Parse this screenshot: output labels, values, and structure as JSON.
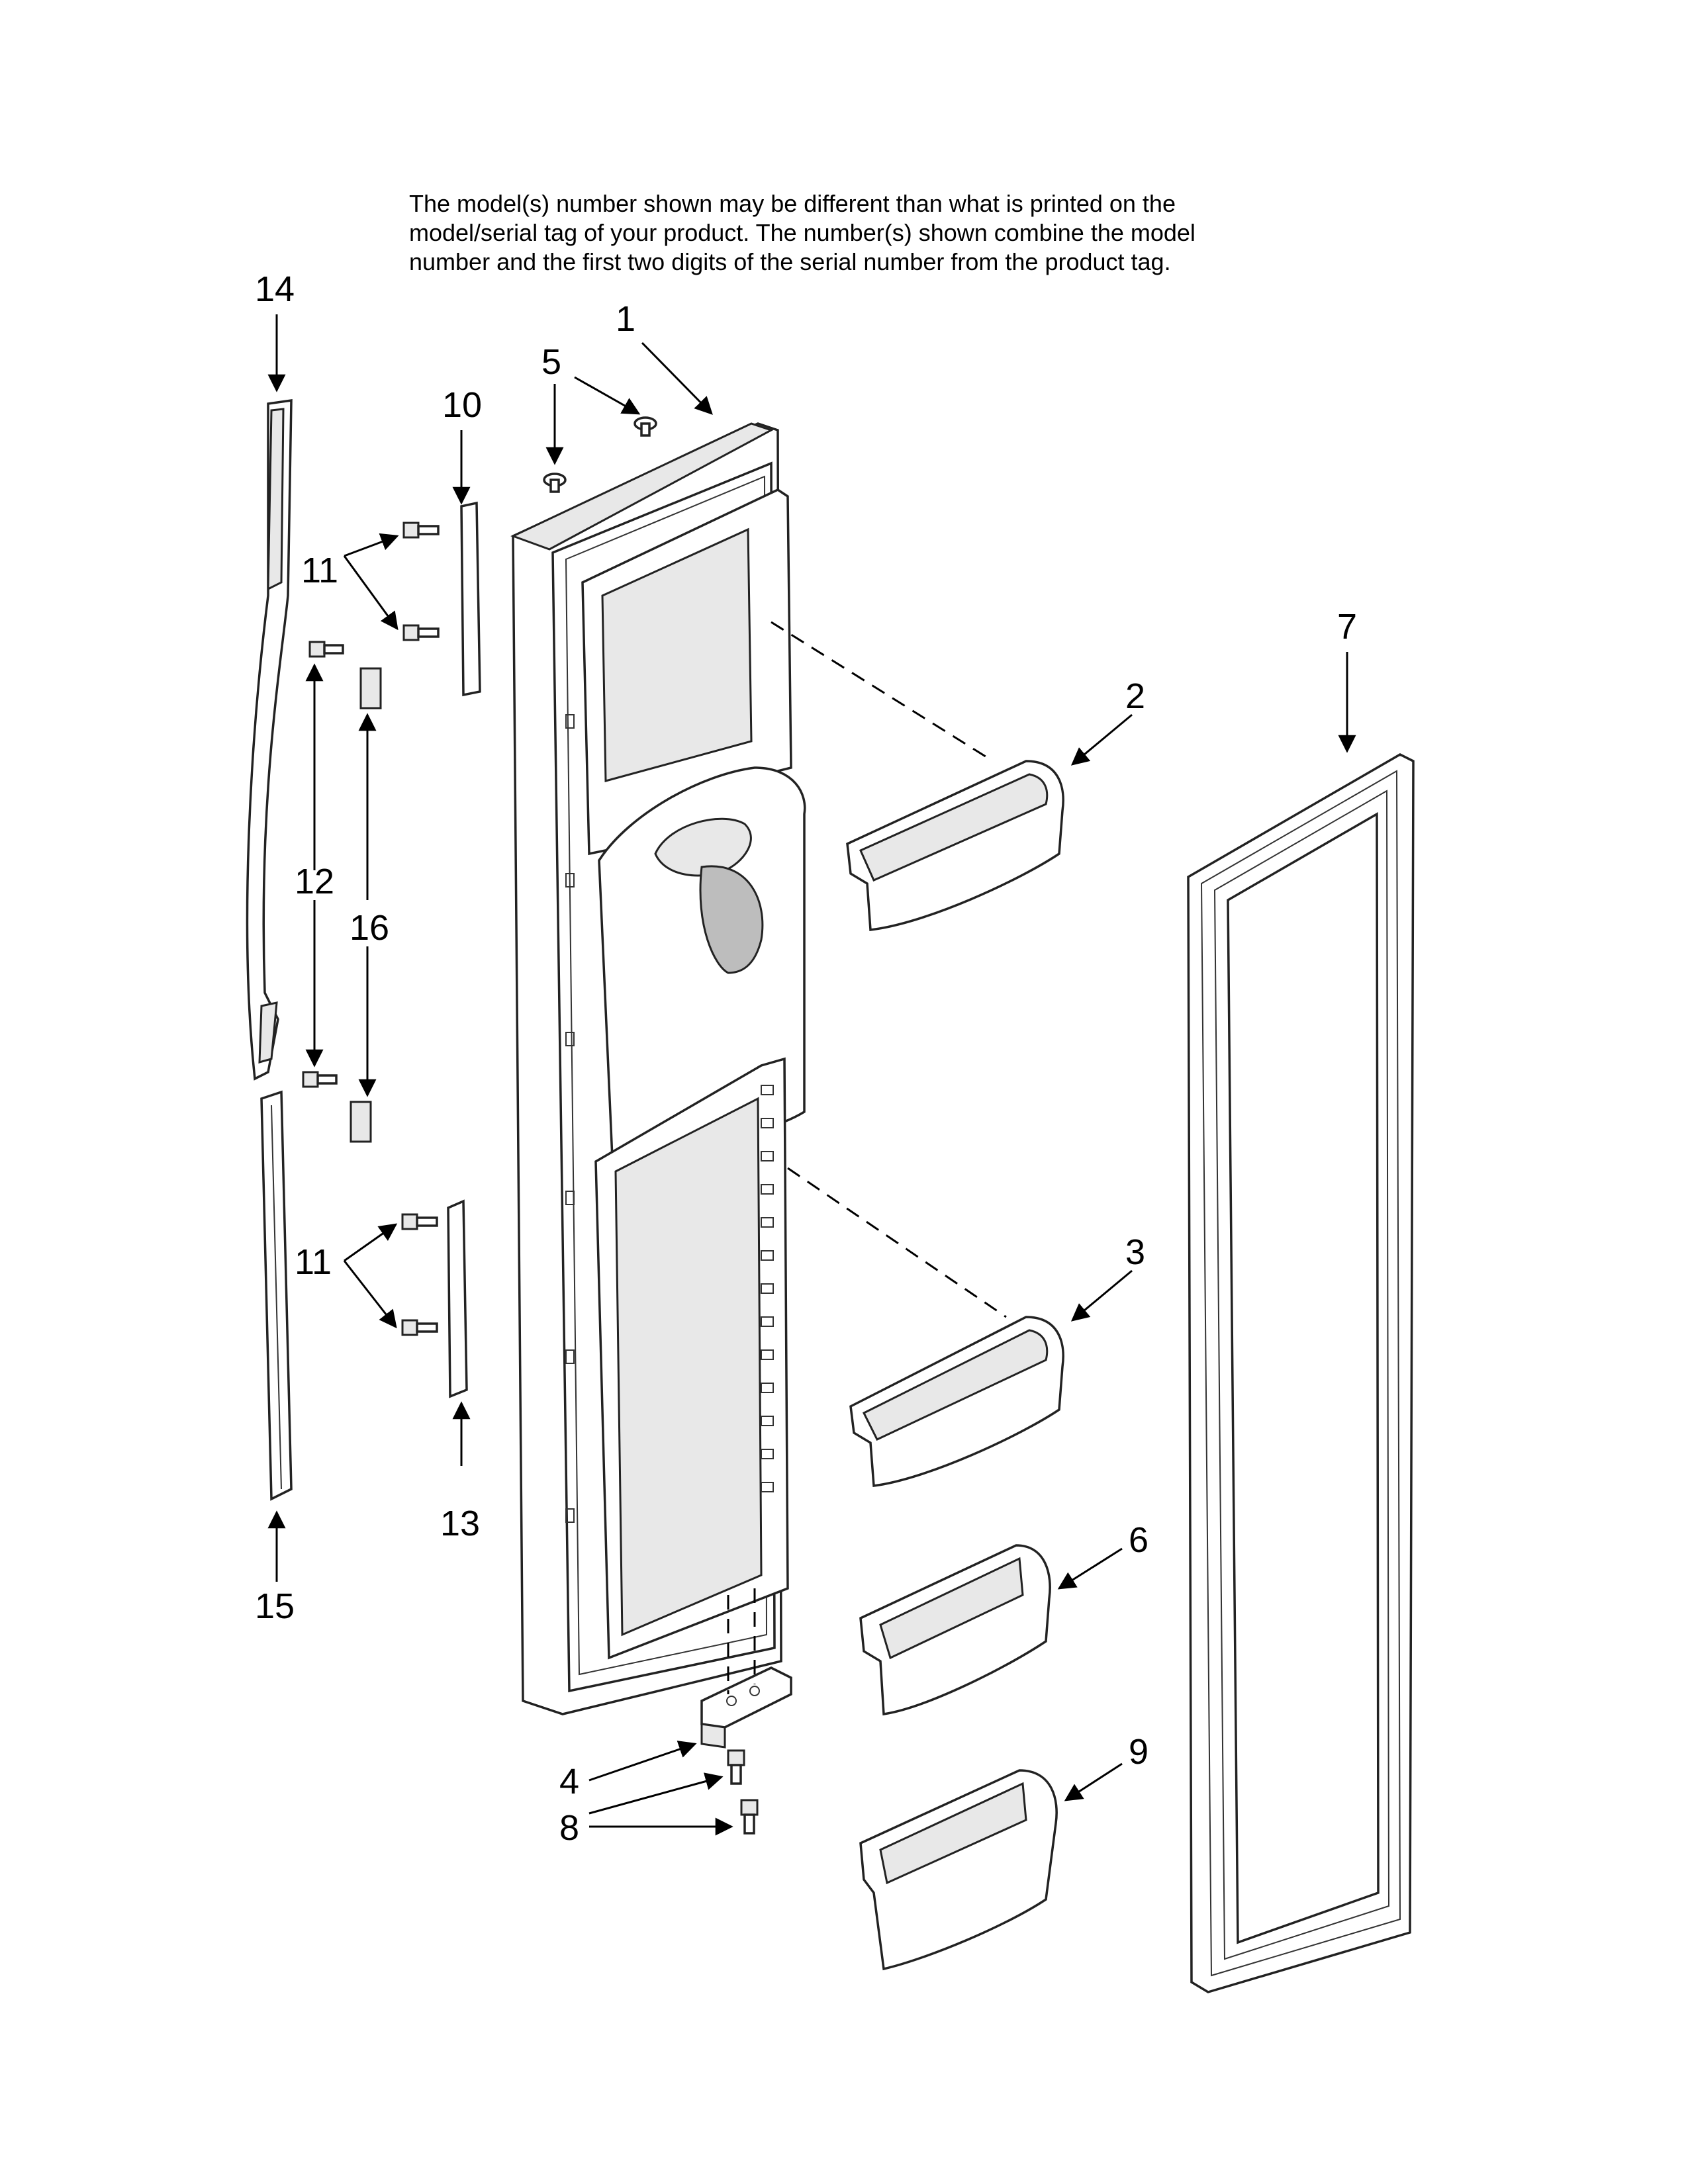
{
  "note": {
    "line1": "The model(s) number shown may be different than what is printed on the",
    "line2": "model/serial tag of your product. The number(s) shown combine the model",
    "line3": "number and the first two digits of the serial number from the product tag."
  },
  "callouts": {
    "c1": "1",
    "c2": "2",
    "c3": "3",
    "c4": "4",
    "c5": "5",
    "c6": "6",
    "c7": "7",
    "c8": "8",
    "c9": "9",
    "c10": "10",
    "c11a": "11",
    "c11b": "11",
    "c12": "12",
    "c13": "13",
    "c14": "14",
    "c15": "15",
    "c16": "16"
  }
}
